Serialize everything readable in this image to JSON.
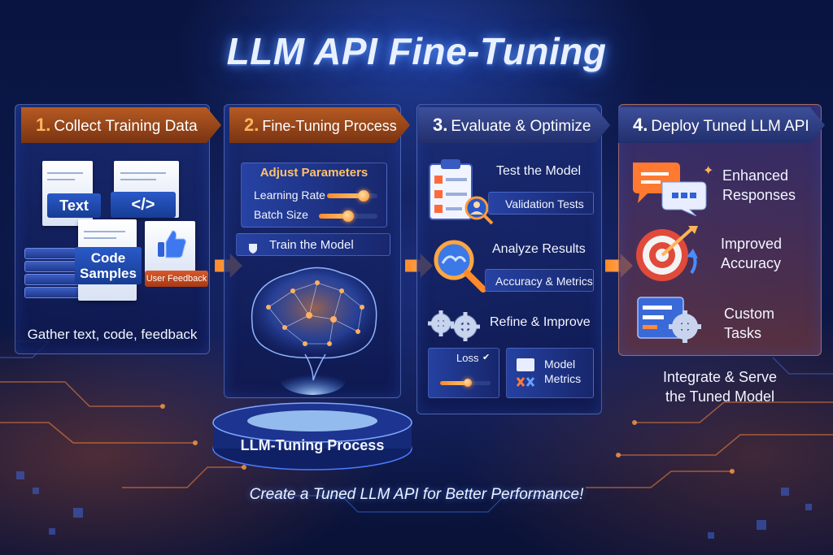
{
  "title": "LLM API Fine-Tuning",
  "steps": [
    {
      "num": "1.",
      "label": "Collect Training Data",
      "tags": {
        "text": "Text",
        "code": "</>",
        "code_samples": "Code\nSamples",
        "user_feedback": "User Feedback"
      },
      "caption": "Gather text, code, feedback"
    },
    {
      "num": "2.",
      "label": "Fine-Tuning Process",
      "adjust_parameters": "Adjust Parameters",
      "params": [
        {
          "label": "Learning Rate",
          "value": 0.72
        },
        {
          "label": "Batch Size",
          "value": 0.5
        }
      ],
      "train_label": "Train the Model",
      "pedestal_label": "LLM-Tuning Process"
    },
    {
      "num": "3.",
      "label": "Evaluate & Optimize",
      "test_model": "Test the Model",
      "validation_tests": "Validation Tests",
      "analyze_results": "Analyze Results",
      "accuracy_metrics": "Accuracy & Metrics",
      "refine_improve": "Refine & Improve",
      "loss_label": "Loss",
      "loss_value": 0.55,
      "model_metrics": "Model\nMetrics"
    },
    {
      "num": "4.",
      "label": "Deploy Tuned LLM API",
      "outcomes": [
        "Enhanced\nResponses",
        "Improved\nAccuracy",
        "Custom\nTasks"
      ],
      "caption": "Integrate & Serve\nthe Tuned Model"
    }
  ],
  "footer": "Create a Tuned LLM API for Better Performance!",
  "colors": {
    "accent_orange": "#ff8a2a",
    "accent_blue": "#3c6ee0",
    "background": "#0b1848"
  },
  "icons": [
    "document-icon",
    "code-icon",
    "thumbs-up-icon",
    "server-stack-icon",
    "shield-icon",
    "brain-network-icon",
    "clipboard-checklist-icon",
    "user-magnifier-icon",
    "magnifying-glass-icon",
    "gears-icon",
    "chat-bubbles-icon",
    "target-icon",
    "task-gear-icon",
    "sparkle-icon"
  ]
}
